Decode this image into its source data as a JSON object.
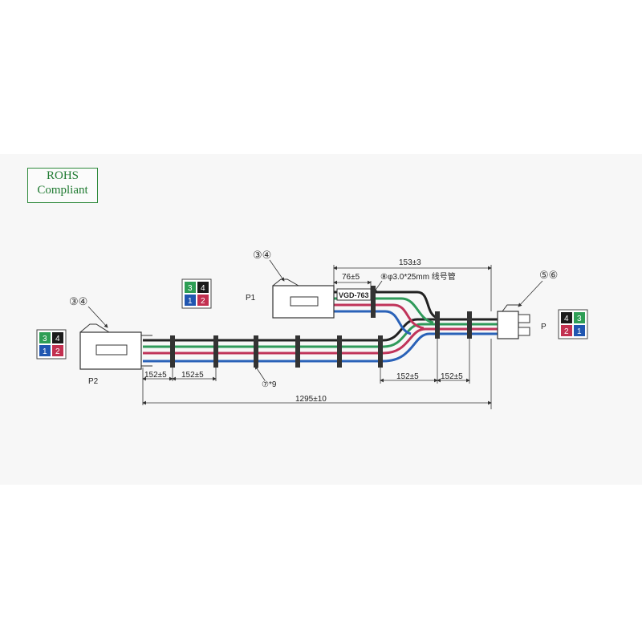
{
  "badge": {
    "line1": "ROHS",
    "line2": "Compliant"
  },
  "connectors": {
    "p1": {
      "label": "P1",
      "callout": "③④",
      "pins": [
        "3",
        "4",
        "1",
        "2"
      ]
    },
    "p2": {
      "label": "P2",
      "callout": "③④",
      "pins": [
        "3",
        "4",
        "1",
        "2"
      ]
    },
    "p": {
      "label": "P",
      "callout": "⑤⑥",
      "pins": [
        "4",
        "3",
        "2",
        "1"
      ]
    }
  },
  "part_label": "VGD-763",
  "sleeve_note": "⑧φ3.0*25mm 线号管",
  "tie_note": "⑦*9",
  "dimensions": {
    "top": "153±3",
    "sub": "76±5",
    "p2_spacing_a": "152±5",
    "p2_spacing_b": "152±5",
    "p_spacing_a": "152±5",
    "p_spacing_b": "152±5",
    "overall": "1295±10"
  },
  "colors": {
    "black": "#222222",
    "green": "#2f9a5a",
    "red": "#c0345a",
    "blue": "#2a62b8",
    "pin_green": "#2e9e55",
    "pin_black": "#1a1a1a",
    "pin_blue": "#2056b0",
    "pin_red": "#c23050"
  }
}
